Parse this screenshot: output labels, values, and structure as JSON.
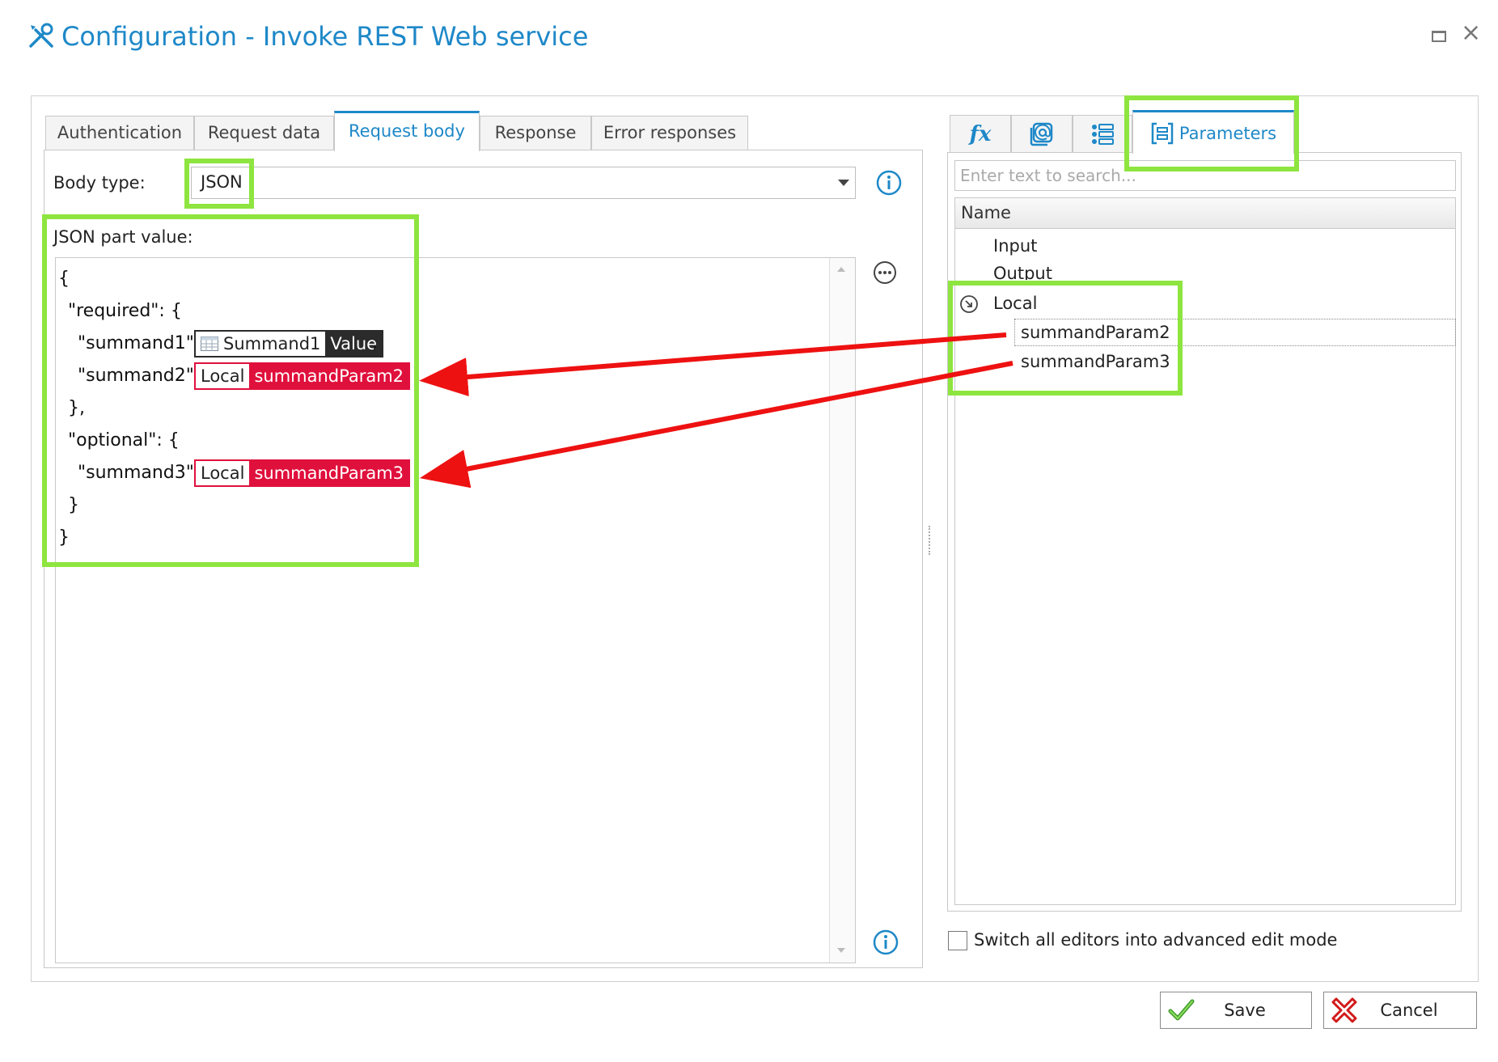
{
  "window": {
    "title": "Configuration - Invoke REST Web service",
    "close_glyph": "×"
  },
  "tabs": [
    "Authentication",
    "Request data",
    "Request body",
    "Response",
    "Error responses"
  ],
  "active_tab": "Request body",
  "body_type": {
    "label": "Body type:",
    "value": "JSON"
  },
  "json_part": {
    "label": "JSON part value:"
  },
  "json_code": {
    "open_brace": "{",
    "required_key": "\"required\": {",
    "summand1_key": "\"summand1\":",
    "summand1_token": {
      "label": "Summand1",
      "value": "Value"
    },
    "comma": ",",
    "summand2_key": "\"summand2\":",
    "summand2_token": {
      "label": "Local",
      "value": "summandParam2"
    },
    "close_required": "},",
    "optional_key": "\"optional\": {",
    "summand3_key": "\"summand3\":",
    "summand3_token": {
      "label": "Local",
      "value": "summandParam3"
    },
    "close_optional": "}",
    "close_brace": "}"
  },
  "right_tabs": {
    "fx_label": "fx",
    "parameters_label": "Parameters"
  },
  "search": {
    "placeholder": "Enter text to search..."
  },
  "tree": {
    "header": "Name",
    "items": [
      "Input",
      "Output",
      "Local"
    ],
    "local_children": [
      "summandParam2",
      "summandParam3"
    ]
  },
  "advanced_mode": {
    "label": "Switch all editors into advanced edit mode",
    "checked": false
  },
  "buttons": {
    "save": "Save",
    "cancel": "Cancel"
  },
  "colors": {
    "accent": "#1e88c8",
    "highlight": "#8ee53f",
    "arrow": "#ee1111",
    "token_red": "#e0103c",
    "token_dark": "#2b2b2b"
  }
}
